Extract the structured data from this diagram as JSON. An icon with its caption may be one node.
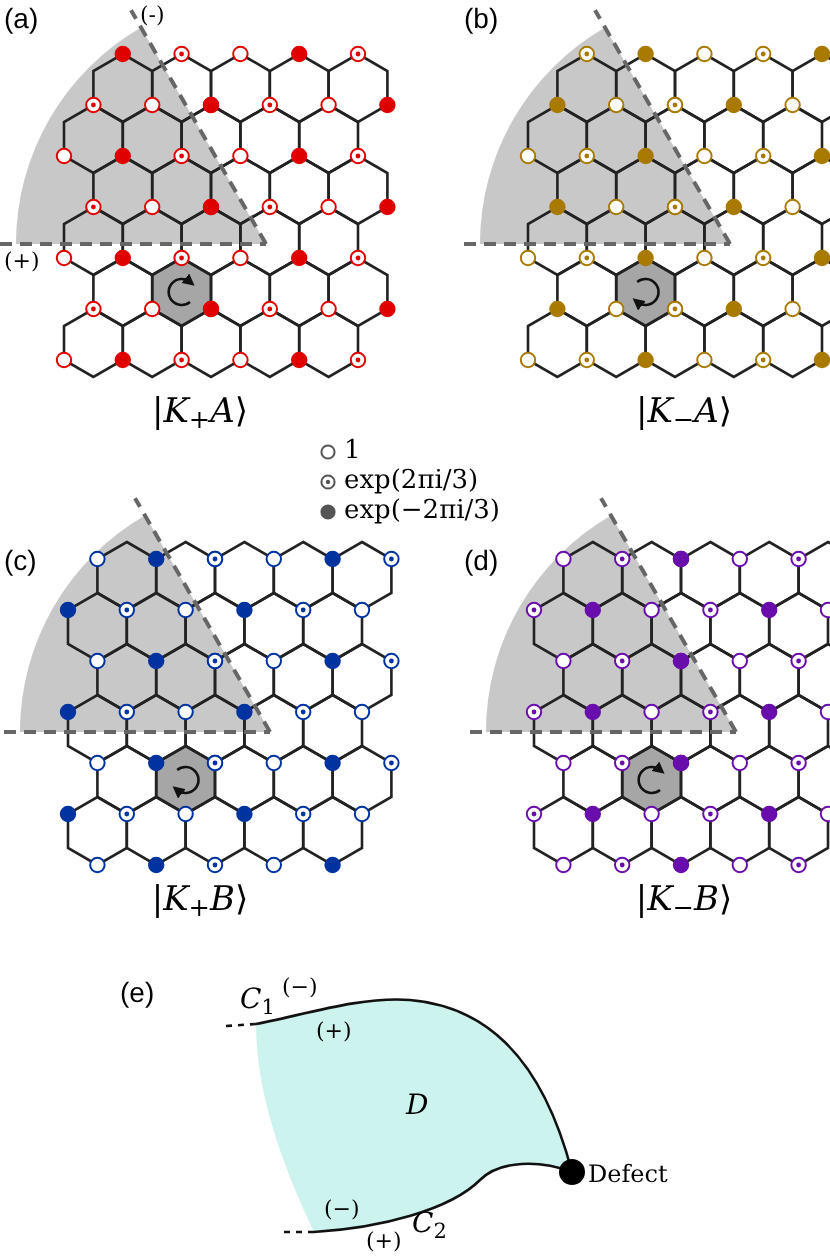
{
  "diagram": {
    "labels": [
      "(a)",
      "(-)",
      "(b)",
      "(+)",
      "|*K*$_{+}$*A*⟩",
      "|*K*$_{−}$*A*⟩",
      "(c)",
      "(d)",
      "|*K*$_{+}$*B*⟩",
      "|*K*$_{−}$*B*⟩",
      "(e)",
      "*C*$_{1}$",
      "(−)",
      "(+)",
      "*D*",
      "Defect",
      "(−)",
      "*C*$_{2}$",
      "(+)"
    ],
    "legend": [
      {
        "text": "1"
      },
      {
        "text": "exp(2πi/3)"
      },
      {
        "text": "exp(−2πi/3)"
      }
    ]
  }
}
